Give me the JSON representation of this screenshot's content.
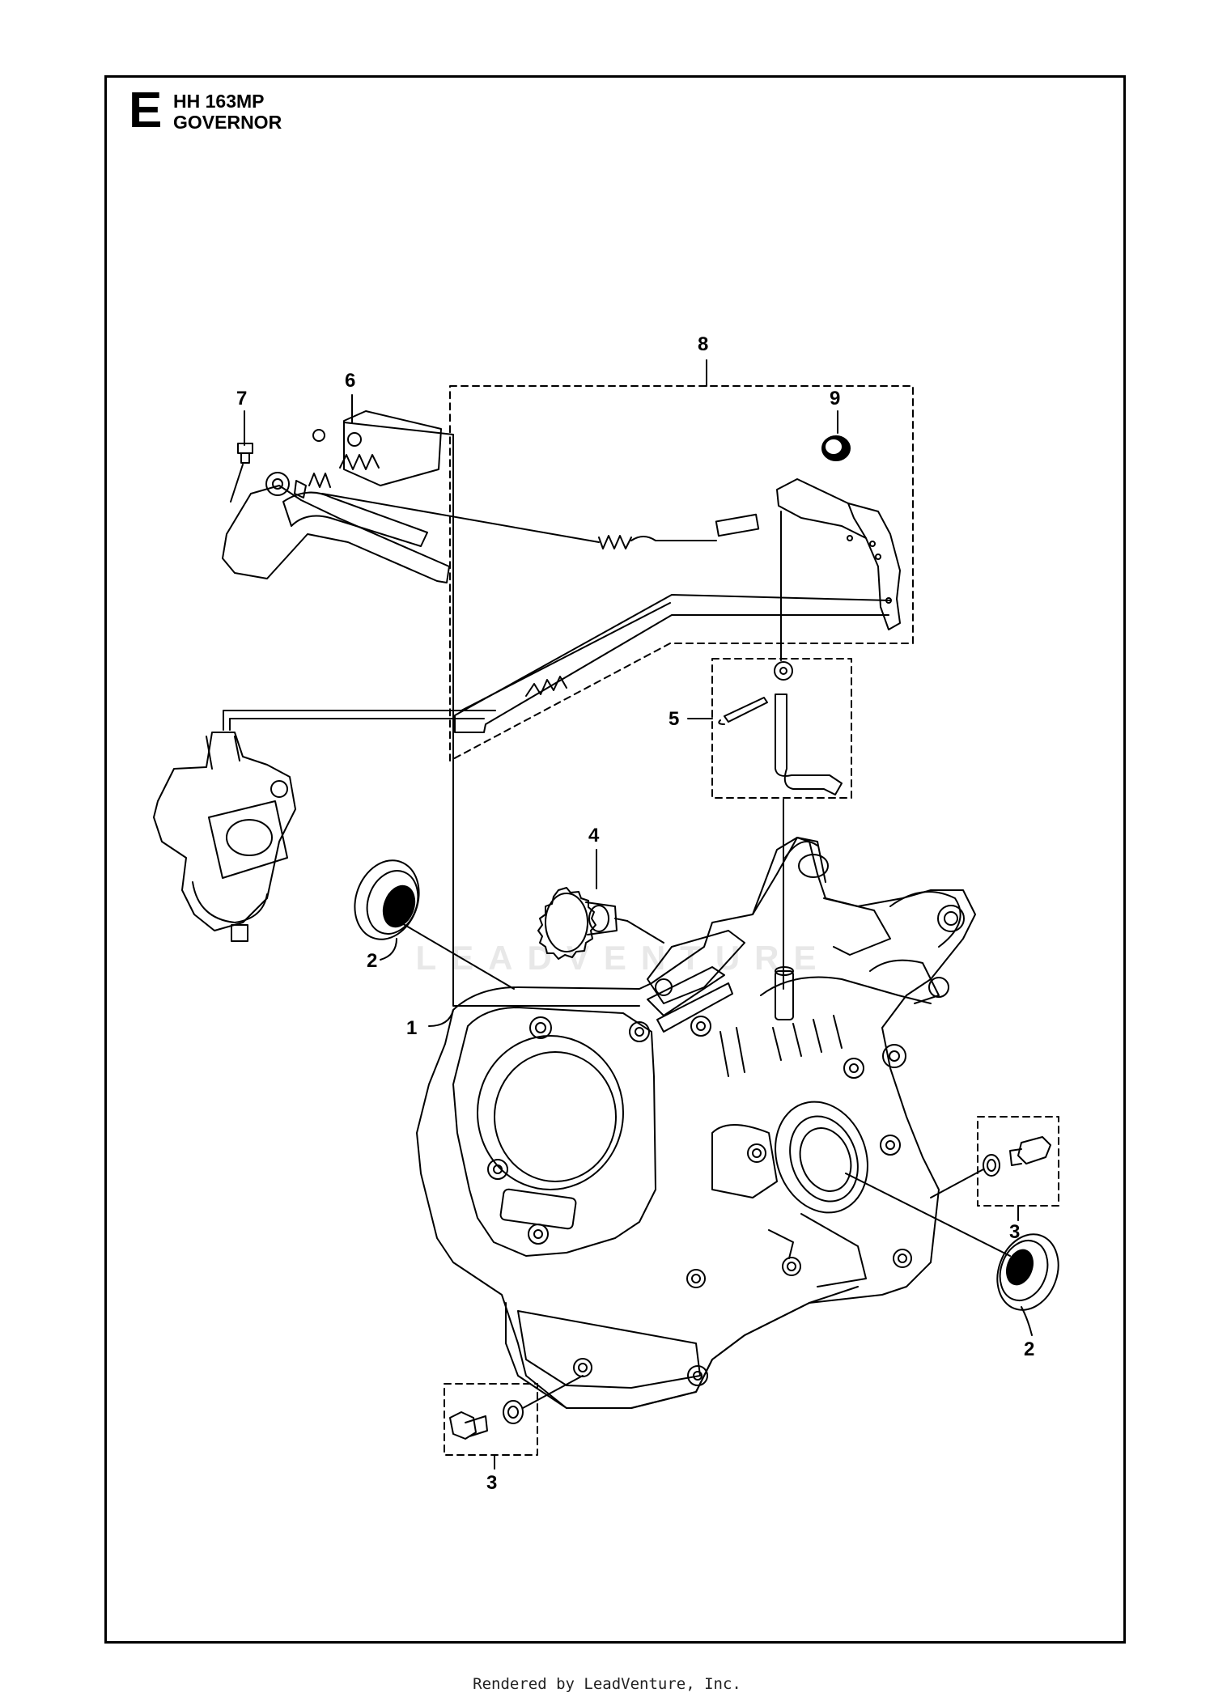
{
  "header": {
    "section_letter": "E",
    "model": "HH 163MP",
    "title": "GOVERNOR"
  },
  "callouts": {
    "c1": "1",
    "c2a": "2",
    "c2b": "2",
    "c3a": "3",
    "c3b": "3",
    "c4": "4",
    "c5": "5",
    "c6": "6",
    "c7": "7",
    "c8": "8",
    "c9": "9"
  },
  "watermark": "LEADVENTURE",
  "footer": "Rendered by LeadVenture, Inc.",
  "colors": {
    "ink": "#000000",
    "frame": "#000000",
    "watermark": "#e8e8e8"
  }
}
